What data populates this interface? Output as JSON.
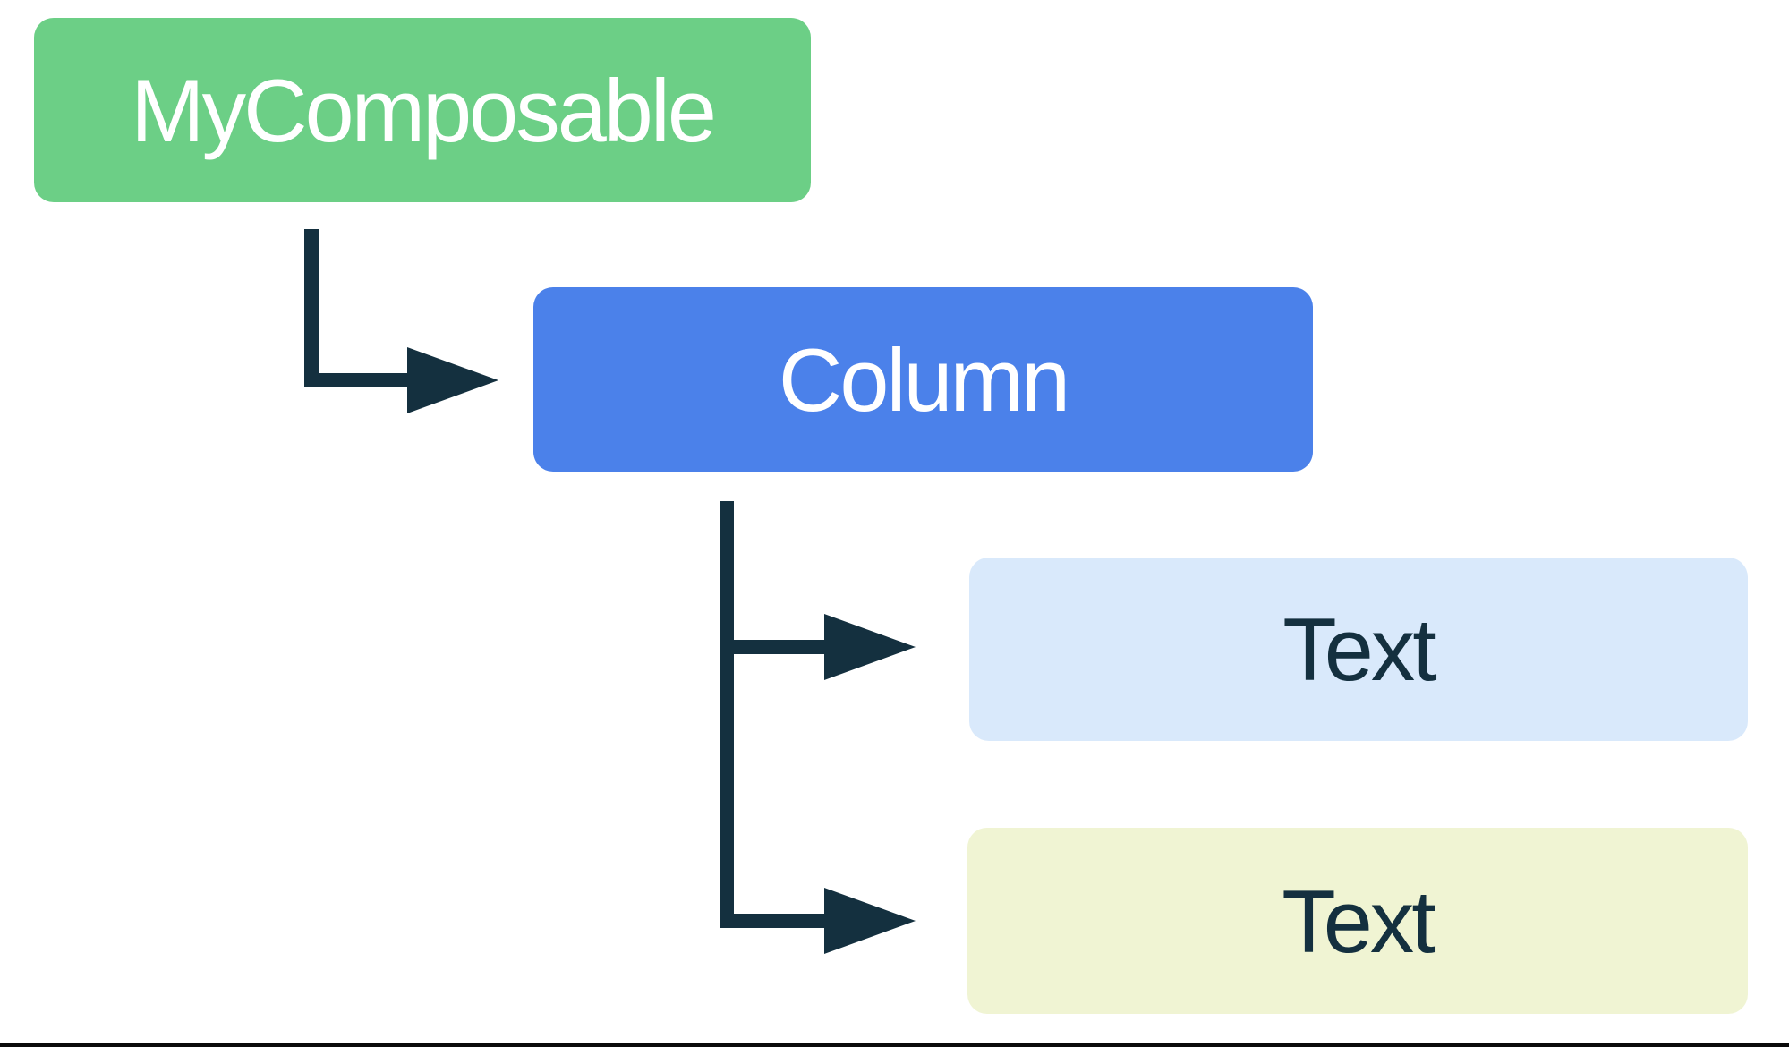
{
  "diagram": {
    "type": "composition-tree",
    "background": "#FFFFFF",
    "connector_color": "#14303F",
    "bottom_rule_color": "#0A0A0A",
    "nodes": [
      {
        "id": "my-composable",
        "label": "MyComposable",
        "bg": "#6CCF86",
        "text_color": "#FFFFFF"
      },
      {
        "id": "column",
        "label": "Column",
        "bg": "#4B81EA",
        "text_color": "#FFFFFF"
      },
      {
        "id": "text-1",
        "label": "Text",
        "bg": "#D9E9FB",
        "text_color": "#14303F"
      },
      {
        "id": "text-2",
        "label": "Text",
        "bg": "#F0F4D3",
        "text_color": "#14303F"
      }
    ],
    "edges": [
      {
        "from": "my-composable",
        "to": "column"
      },
      {
        "from": "column",
        "to": "text-1"
      },
      {
        "from": "column",
        "to": "text-2"
      }
    ]
  }
}
